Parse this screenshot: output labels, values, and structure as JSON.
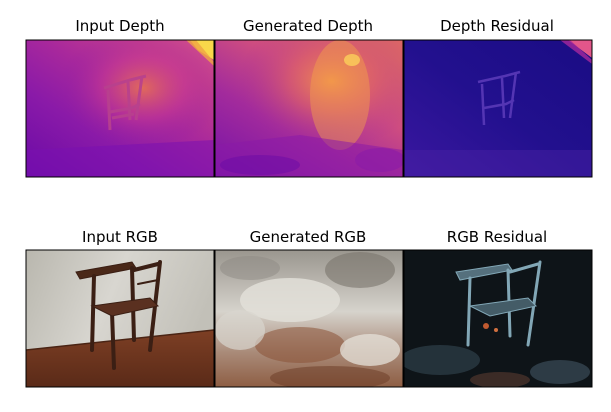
{
  "figure": {
    "panels": [
      {
        "id": "input-depth",
        "title": "Input Depth",
        "kind": "depth-map",
        "colormap": "plasma"
      },
      {
        "id": "generated-depth",
        "title": "Generated Depth",
        "kind": "depth-map",
        "colormap": "plasma"
      },
      {
        "id": "depth-residual",
        "title": "Depth Residual",
        "kind": "residual-map",
        "colormap": "plasma"
      },
      {
        "id": "input-rgb",
        "title": "Input RGB",
        "kind": "photo"
      },
      {
        "id": "generated-rgb",
        "title": "Generated RGB",
        "kind": "photo"
      },
      {
        "id": "rgb-residual",
        "title": "RGB Residual",
        "kind": "residual-photo"
      }
    ],
    "colors": {
      "background": "#ffffff",
      "frame": "#000000",
      "depth_low": "#7a10b0",
      "depth_mid": "#c93a92",
      "depth_high": "#f5a142",
      "depth_peak": "#f9d84a",
      "residual_low": "#1c0f8a",
      "residual_mid": "#4b22a4",
      "wall_gray": "#cfcdc6",
      "floor_brown": "#6a3420",
      "chair_dark": "#3b1f14",
      "residual_dark": "#0e1418",
      "residual_cyan": "#8fb8c8"
    }
  }
}
